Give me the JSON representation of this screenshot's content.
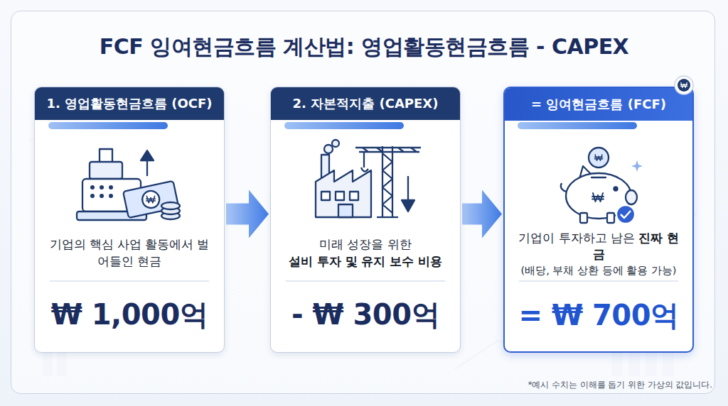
{
  "diagram": {
    "title": "FCF 잉여현금흐름 계산법: 영업활동현금흐름 - CAPEX",
    "nodes": [
      {
        "text": [
          "1. 영업활동현금흐름 (OCF)",
          "기업의 핵심 사업 활동에서 벌어들인 현금",
          "₩ 1,000억"
        ]
      },
      {
        "text": [
          "2. 자본적지출 (CAPEX)",
          "미래 성장을 위한",
          "설비 투자 및 유지 보수 비용",
          "- ₩ 300억"
        ]
      },
      {
        "text": [
          "= 잉여현금흐름 (FCF)",
          "기업이 투자하고 남은",
          "진짜 현금",
          "(배당, 부채 상환 등에 활용 가능)",
          "= ₩ 700억"
        ]
      }
    ],
    "edges": [
      {
        "from": 0,
        "to": 1,
        "arrow": "to"
      },
      {
        "from": 1,
        "to": 2,
        "arrow": "to"
      }
    ],
    "labels": [
      "*예시 수치는 이해를 돕기 위한 가상의 값입니다."
    ]
  }
}
